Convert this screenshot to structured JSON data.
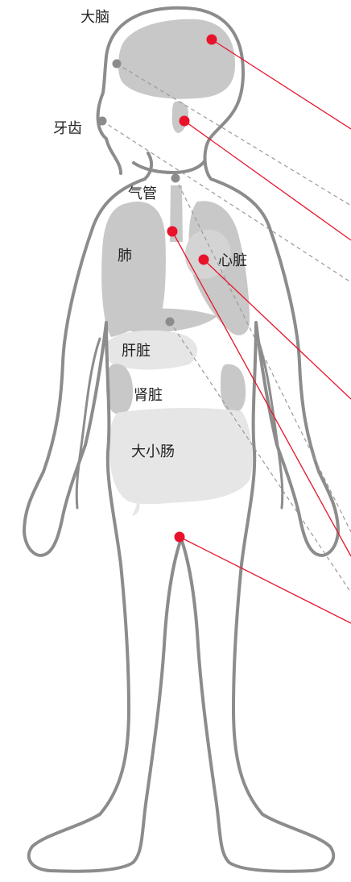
{
  "colors": {
    "outline": "#8c8c8c",
    "organ_dark": "#c8c8c8",
    "organ_mid": "#d4d4d4",
    "organ_light": "#e6e6e6",
    "marker_red": "#e8132b",
    "marker_gray": "#8c8c8c",
    "dashed_line": "#9a9a9a"
  },
  "labels": {
    "brain": "大脑",
    "teeth": "牙齿",
    "trachea": "气管",
    "lungs": "肺",
    "heart": "心脏",
    "liver": "肝脏",
    "kidneys": "肾脏",
    "intestines": "大小肠"
  },
  "markers": [
    {
      "name": "brain-marker",
      "style": "red"
    },
    {
      "name": "mouth-marker",
      "style": "red"
    },
    {
      "name": "lung-marker",
      "style": "red"
    },
    {
      "name": "heart-marker",
      "style": "red"
    },
    {
      "name": "groin-marker",
      "style": "red"
    },
    {
      "name": "head-side-marker",
      "style": "gray"
    },
    {
      "name": "teeth-marker",
      "style": "gray"
    },
    {
      "name": "trachea-marker",
      "style": "gray"
    },
    {
      "name": "liver-marker",
      "style": "gray"
    }
  ]
}
